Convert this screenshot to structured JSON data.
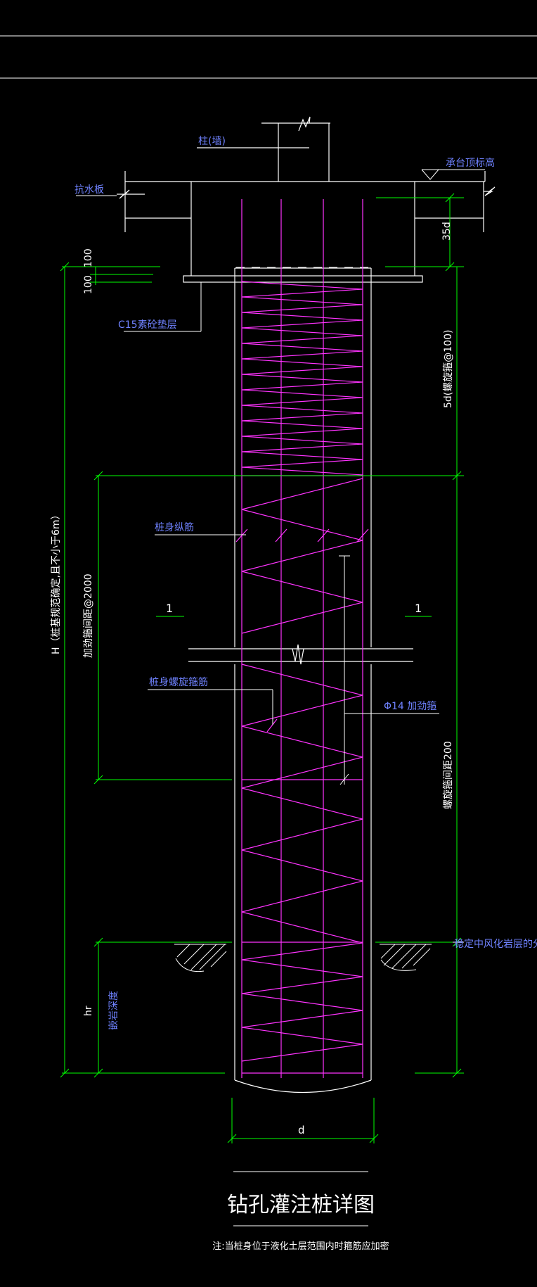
{
  "colors": {
    "background": "#000000",
    "outline": "#ffffff",
    "rebar": "#ff33ff",
    "dimension": "#00ff00",
    "label_text": "#6f82ff",
    "title_text": "#ffffff"
  },
  "labels": {
    "column": "柱(墙)",
    "cap_top_elev": "承台顶标高",
    "waterproof_slab": "抗水板",
    "dim_35d": "35d",
    "dim_100_top": "100",
    "dim_100_bottom": "100",
    "c15_cushion": "C15素砼垫层",
    "dense_spiral": "5d(螺旋箍@100)",
    "total_length": "H（桩基规范确定,且不小于6m）",
    "stiffener_spacing": "加劲箍间距@2000",
    "longitudinal_bar": "桩身纵筋",
    "section_left": "1",
    "section_right": "1",
    "spiral_bar": "桩身螺旋箍筋",
    "stiffener_ring": "Φ14 加劲箍",
    "spiral_spacing": "螺旋箍间距200",
    "rock_interface": "稳定中风化岩层的分界面",
    "hr": "hr",
    "rock_embed": "嵌岩深度",
    "diameter": "d"
  },
  "title": "钻孔灌注桩详图",
  "note": "注:当桩身位于液化土层范围内时箍筋应加密"
}
